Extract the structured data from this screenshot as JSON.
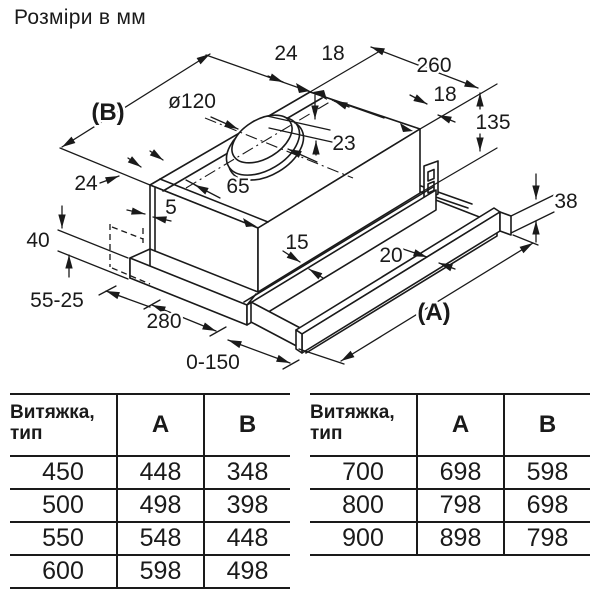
{
  "title": "Розміри в мм",
  "drawing": {
    "labels": {
      "b": "(B)",
      "a": "(A)",
      "top24": "24",
      "top18": "18",
      "d260": "260",
      "d18": "18",
      "d135": "135",
      "dia120": "ø120",
      "d23": "23",
      "d65": "65",
      "left24": "24",
      "d5": "5",
      "d40": "40",
      "d15": "15",
      "d20": "20",
      "d38": "38",
      "d5525": "55-25",
      "d280": "280",
      "d0150": "0-150"
    }
  },
  "tables": [
    {
      "header": {
        "type_line1": "Витяжка,",
        "type_line2": "тип",
        "a": "A",
        "b": "B"
      },
      "rows": [
        [
          "450",
          "448",
          "348"
        ],
        [
          "500",
          "498",
          "398"
        ],
        [
          "550",
          "548",
          "448"
        ],
        [
          "600",
          "598",
          "498"
        ]
      ]
    },
    {
      "header": {
        "type_line1": "Витяжка,",
        "type_line2": "тип",
        "a": "A",
        "b": "B"
      },
      "rows": [
        [
          "700",
          "698",
          "598"
        ],
        [
          "800",
          "798",
          "698"
        ],
        [
          "900",
          "898",
          "798"
        ]
      ]
    }
  ]
}
